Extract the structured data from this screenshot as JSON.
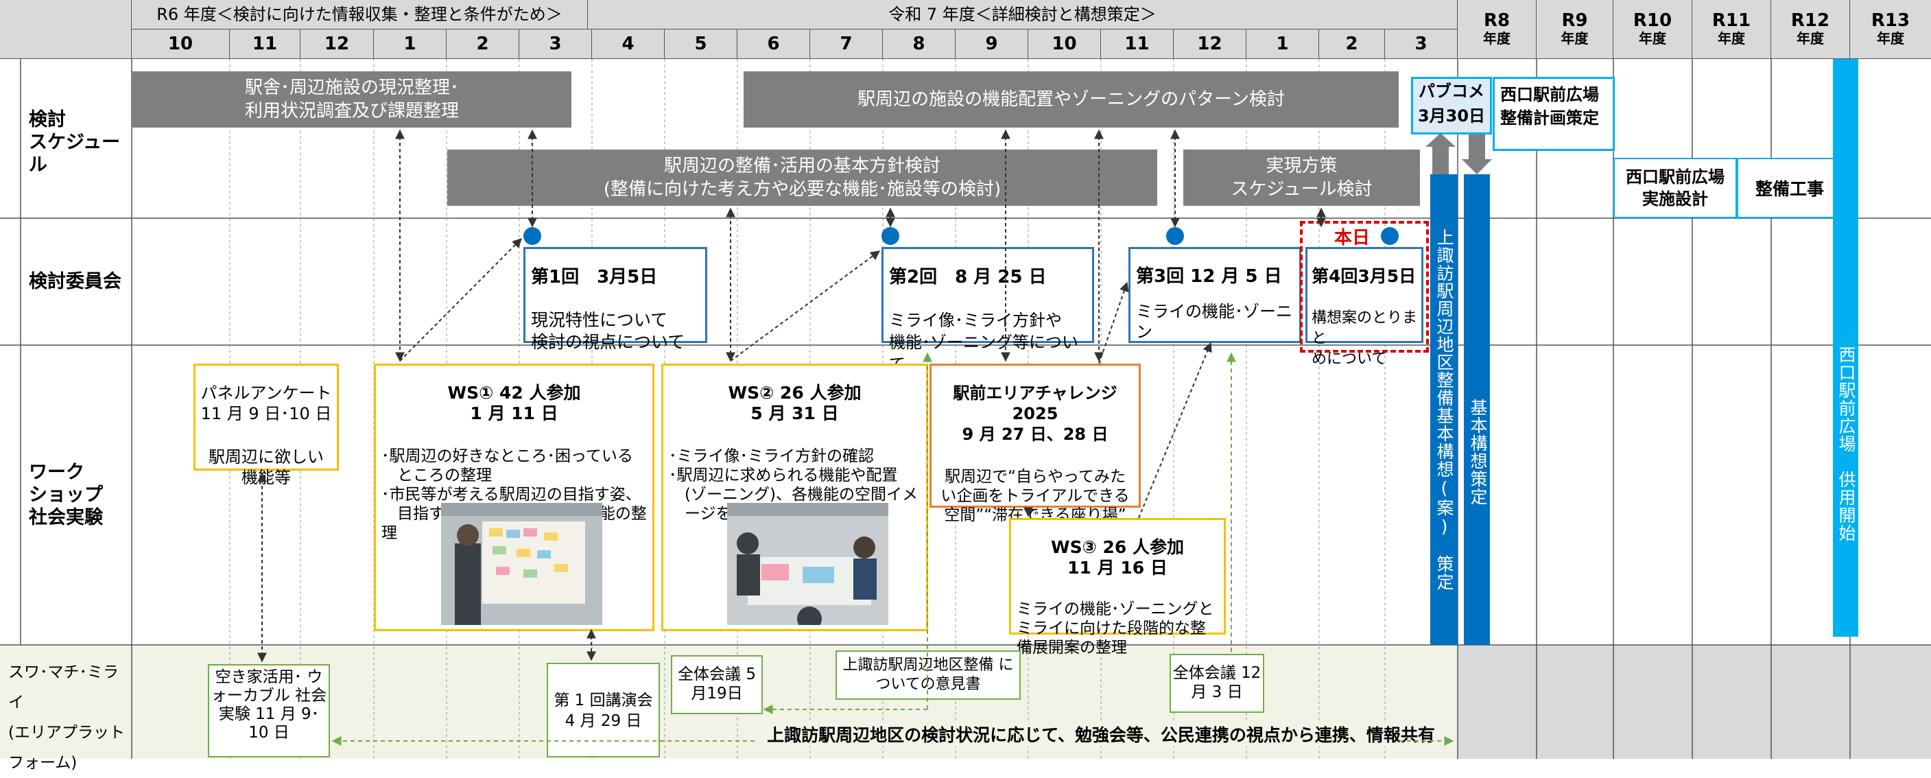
{
  "header": {
    "group1": "R6 年度＜検討に向けた情報収集・整理と条件がため＞",
    "group2": "令和 7 年度＜詳細検討と構想策定＞",
    "months": [
      "10",
      "11",
      "12",
      "1",
      "2",
      "3",
      "4",
      "5",
      "6",
      "7",
      "8",
      "9",
      "10",
      "11",
      "12",
      "1",
      "2",
      "3"
    ],
    "future_years": [
      {
        "name": "R8",
        "unit": "年度"
      },
      {
        "name": "R9",
        "unit": "年度"
      },
      {
        "name": "R10",
        "unit": "年度"
      },
      {
        "name": "R11",
        "unit": "年度"
      },
      {
        "name": "R12",
        "unit": "年度"
      },
      {
        "name": "R13",
        "unit": "年度"
      }
    ]
  },
  "rows": {
    "schedule": "検討\nスケジュー\nル",
    "committee": "検討委員会",
    "workshop": "ワーク\nショップ\n社会実験",
    "platform": {
      "line1": "スワ･マチ･ミライ",
      "line2": "(エリアプラット",
      "line3": "フォーム)"
    }
  },
  "schedule_bars": {
    "b1": "駅舎･周辺施設の現況整理･\n利用状況調査及び課題整理",
    "b2": "駅周辺の施設の機能配置やゾーニングのパターン検討",
    "b3": "駅周辺の整備･活用の基本方針検討\n(整備に向けた考え方や必要な機能･施設等の検討)",
    "b4": "実現方策\nスケジュール検討",
    "pubcom": "パブコメ\n3月30日",
    "west_plan": "西口駅前広場\n整備計画策定",
    "west_design": "西口駅前広場\n実施設計",
    "construction": "整備工事"
  },
  "committee": {
    "m1": {
      "title": "第1回　3月5日",
      "body": "現況特性について\n検討の視点について"
    },
    "m2": {
      "title": "第2回　8 月 25 日",
      "body": "ミライ像･ミライ方針や\n機能･ゾーニング等について"
    },
    "m3": {
      "title": "第3回 12 月 5 日",
      "body": "ミライの機能･ゾーニン\nグや段階的な整備展開\nについて"
    },
    "m4": {
      "title": "第4回3月5日",
      "body": "構想案のとりまと\nめについて"
    },
    "today": "本日"
  },
  "vertical": {
    "v1": "上諏訪駅周辺地区整備基本構想(案)　策定",
    "v2": "基本構想策定",
    "v3": "西口駅前広場　供用開始"
  },
  "workshop": {
    "panel": {
      "title": "パネルアンケート\n11 月 9 日･10 日",
      "body": "駅周辺に欲しい\n機能等"
    },
    "ws1": {
      "title": "WS①  42 人参加\n1 月 11 日",
      "body": "･駅周辺の好きなところ･困っている\n　ところの整理\n･市民等が考える駅周辺の目指す姿、\n　目指すべきシーン、空間、機能の整理"
    },
    "ws2": {
      "title": "WS②  26 人参加\n5 月 31 日",
      "body": "･ミライ像･ミライ方針の確認\n･駅周辺に求められる機能や配置\n　(ゾーニング)、各機能の空間イメ\n　ージを整理"
    },
    "challenge": {
      "title": "駅前エリアチャレンジ 2025\n9 月 27 日、28 日",
      "body": "駅周辺で“自らやってみた\nい企画をトライアルできる\n空間”“滞在できる座り場”\nを創出"
    },
    "ws3": {
      "title": "WS③  26 人参加\n11 月 16 日",
      "body": "ミライの機能･ゾーニングと\nミライに向けた段階的な整\n備展開案の整理"
    }
  },
  "platform": {
    "akiya": "空き家活用･\nウォーカブル\n社会実験\n11 月 9･10 日",
    "lecture": "第 1 回講演会\n4 月 29 日",
    "meeting1": "全体会議\n5月19日",
    "opinion": "上諏訪駅周辺地区整備\nについての意見書",
    "meeting2": "全体会議\n12 月 3 日",
    "banner": "上諏訪駅周辺地区の検討状況に応じて、勉強会等、公民連携の視点から連携、情報共有"
  },
  "colors": {
    "bar": "#7f7f7f",
    "blue": "#2e75b6",
    "yellow": "#f5c000",
    "orange": "#ed7d31",
    "green": "#70ad47",
    "today": "#e00000",
    "vbar1": "#0070c0",
    "vbar2": "#00b0f0"
  }
}
